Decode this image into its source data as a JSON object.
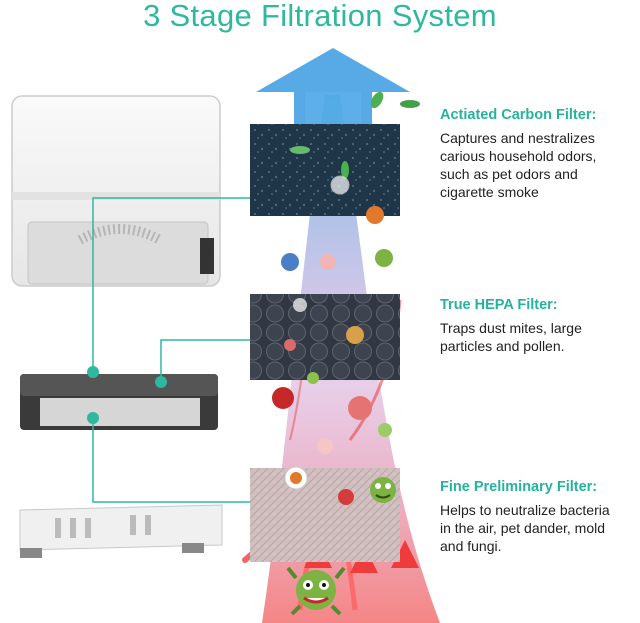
{
  "title": "3 Stage Filtration System",
  "stages": [
    {
      "name": "Actiated Carbon Filter:",
      "description": "Captures and nestralizes\ncarious household odors,\nsuch as pet odors and\ncigarette smoke"
    },
    {
      "name": "True HEPA Filter:",
      "description": "Traps dust mites, large\nparticles and pollen."
    },
    {
      "name": "Fine Preliminary Filter:",
      "description": "Helps to neutralize bacteria\nin the air, pet dander, mold\nand fungi."
    }
  ],
  "colors": {
    "accent": "#2fb8a0",
    "airflow_clean": "#3a9be0",
    "airflow_dirty": "#e84848"
  }
}
